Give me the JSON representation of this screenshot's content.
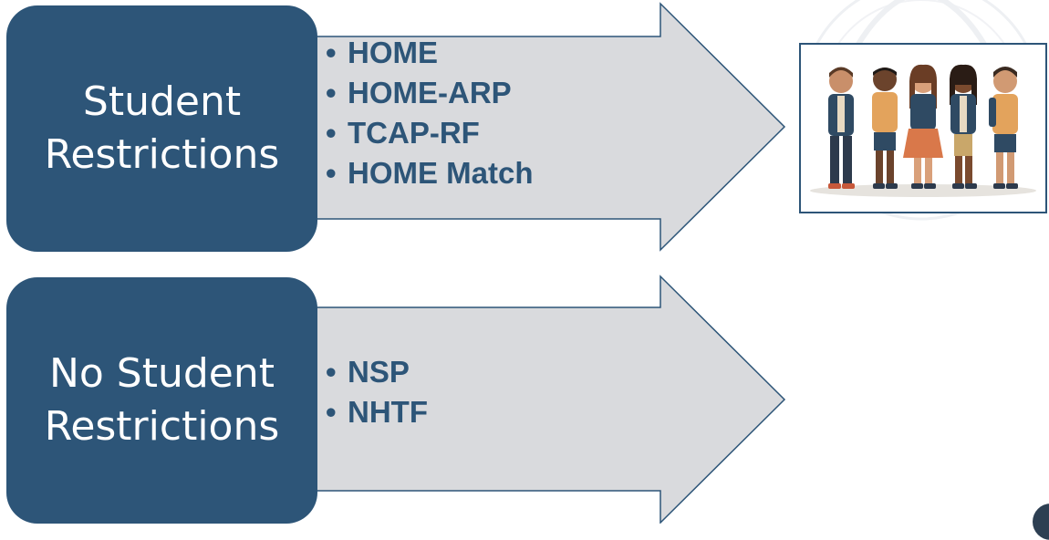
{
  "rows": [
    {
      "box_lines": [
        "Student",
        "Restrictions"
      ],
      "items": [
        "HOME",
        "HOME-ARP",
        "TCAP-RF",
        "HOME Match"
      ]
    },
    {
      "box_lines": [
        "No Student",
        "Restrictions"
      ],
      "items": [
        "NSP",
        "NHTF"
      ]
    }
  ],
  "bullet": "•",
  "colors": {
    "box": "#2d5578",
    "arrow_fill": "#d9dadd",
    "arrow_stroke": "#2d5578",
    "item_text": "#2d5578"
  },
  "picture": {
    "subject": "group of five students with backpacks"
  }
}
